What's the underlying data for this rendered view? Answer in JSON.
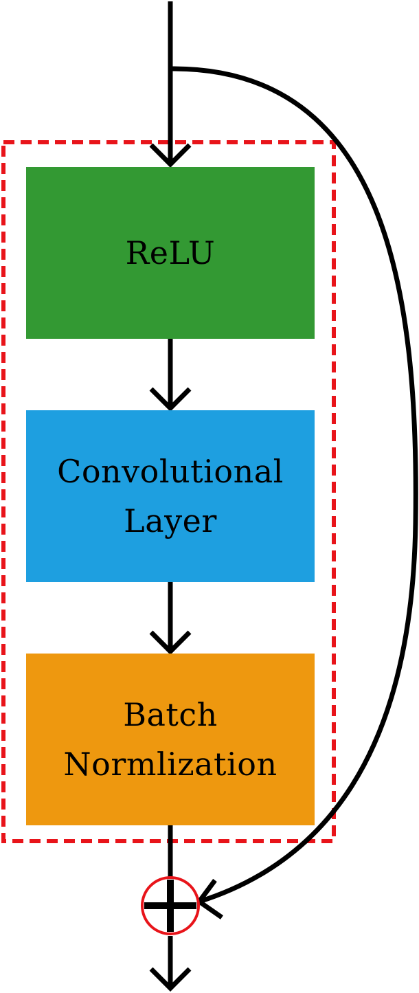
{
  "blocks": {
    "relu": {
      "label": "ReLU",
      "color": "#339933"
    },
    "conv": {
      "line1": "Convolutional",
      "line2": "Layer",
      "color": "#1e9fe0"
    },
    "bn": {
      "line1": "Batch",
      "line2": "Normlization",
      "color": "#ee980f"
    }
  },
  "colors": {
    "dashed_frame": "#e8141a",
    "sum_circle": "#e8141a",
    "arrows": "#000000"
  },
  "icons": {
    "sum_node": "plus-in-circle"
  }
}
